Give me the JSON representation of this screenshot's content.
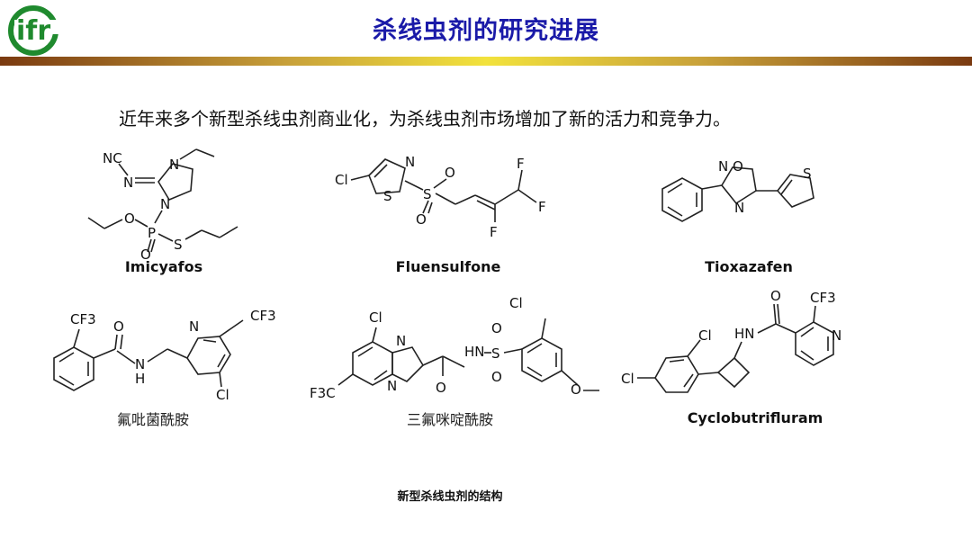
{
  "header": {
    "title": "杀线虫剂的研究进展",
    "logo_letters": "ifr"
  },
  "intro_text": "近年来多个新型杀线虫剂商业化，为杀线虫剂市场增加了新的活力和竞争力。",
  "compounds": {
    "imicyafos": {
      "name": "Imicyafos",
      "atoms": [
        "NC",
        "N",
        "N",
        "N",
        "O",
        "P",
        "S",
        "O"
      ]
    },
    "fluensulfone": {
      "name": "Fluensulfone",
      "atoms": [
        "Cl",
        "S",
        "N",
        "S",
        "O",
        "O",
        "F",
        "F",
        "F"
      ]
    },
    "tioxazafen": {
      "name": "Tioxazafen",
      "atoms": [
        "N",
        "O",
        "N",
        "S"
      ]
    },
    "fluopicolide": {
      "name": "氟吡菌酰胺",
      "atoms": [
        "CF3",
        "O",
        "N",
        "H",
        "N",
        "CF3",
        "Cl"
      ]
    },
    "trifluoro": {
      "name": "三氟咪啶酰胺",
      "atoms": [
        "Cl",
        "N",
        "N",
        "F3C",
        "HN",
        "S",
        "O",
        "O",
        "O",
        "Cl",
        "O"
      ]
    },
    "cyclobutrifluram": {
      "name": "Cyclobutrifluram",
      "atoms": [
        "Cl",
        "Cl",
        "HN",
        "O",
        "CF3",
        "N"
      ]
    }
  },
  "caption": "新型杀线虫剂的结构",
  "colors": {
    "title": "#1a1aa8",
    "logo_green": "#1f8a2e",
    "band_mid": "#f2e23c",
    "band_edge": "#7a3a10"
  }
}
